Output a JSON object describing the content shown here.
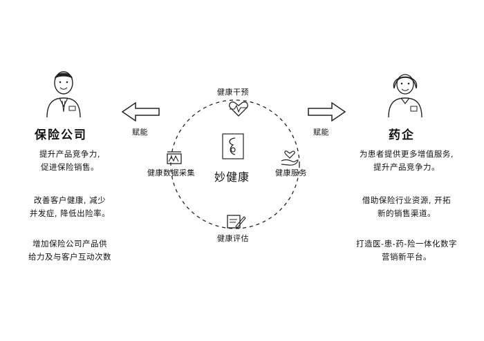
{
  "center": {
    "label": "妙健康"
  },
  "ring_nodes": {
    "top": "健康干预",
    "left": "健康数据采集",
    "right": "健康服务",
    "bottom": "健康评估"
  },
  "left_panel": {
    "title": "保险公司",
    "arrow_label": "赋能",
    "paragraphs": [
      [
        "提升产品竞争力,",
        "促进保险销售。"
      ],
      [
        "改善客户健康, 减少",
        "并发症, 降低出险率。"
      ],
      [
        "增加保险公司产品供",
        "给力及与客户互动次数"
      ]
    ]
  },
  "right_panel": {
    "title": "药企",
    "arrow_label": "赋能",
    "paragraphs": [
      [
        "为患者提供更多增值服务,",
        "提升产品竞争力。"
      ],
      [
        "借助保险行业资源, 开拓",
        "新的销售渠道。"
      ],
      [
        "打造医-患-药-险一体化数字",
        "营销新平台。"
      ]
    ]
  }
}
